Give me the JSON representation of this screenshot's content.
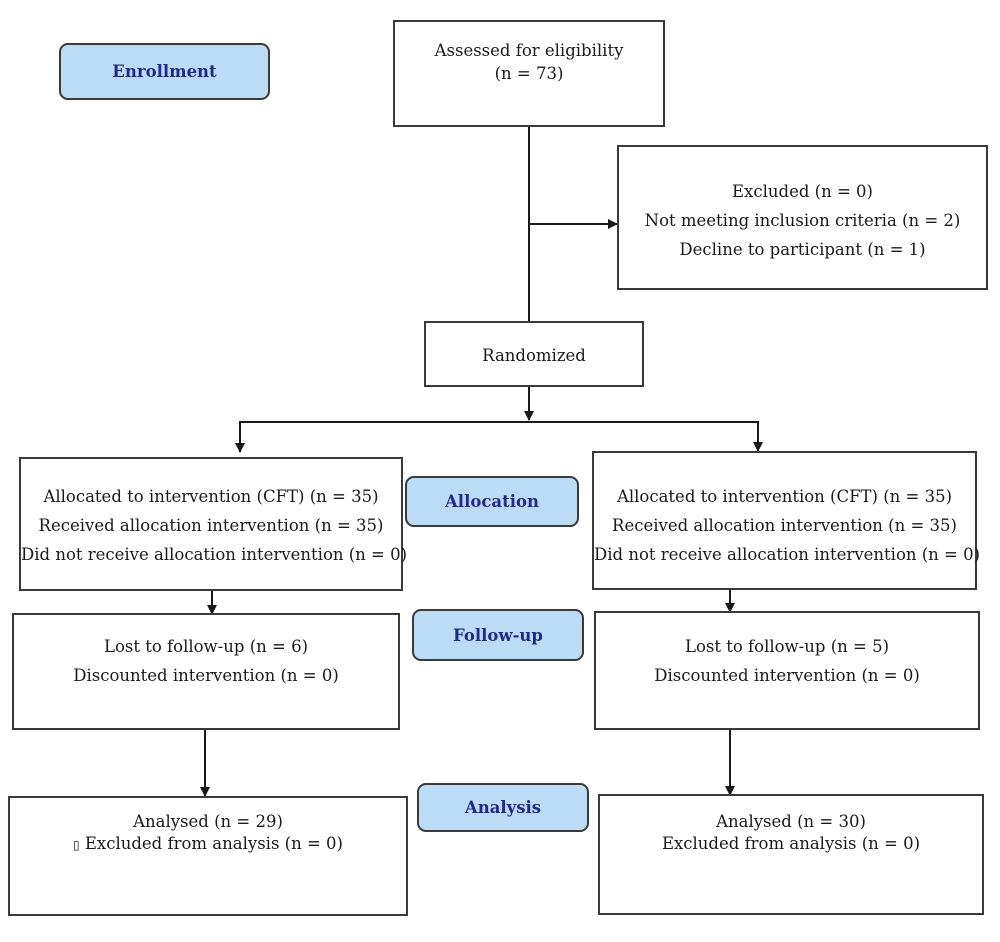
{
  "stages": {
    "enrollment": "Enrollment",
    "allocation": "Allocation",
    "followup": "Follow-up",
    "analysis": "Analysis"
  },
  "assessed": {
    "line1": "Assessed for eligibility",
    "line2": "(n = 73)"
  },
  "excluded": {
    "line1": "Excluded (n = 0)",
    "line2": "Not meeting inclusion criteria (n = 2)",
    "line3": "Decline to participant (n = 1)"
  },
  "randomized": "Randomized",
  "left": {
    "allocation": {
      "line1": "Allocated to intervention (CFT) (n = 35)",
      "line2": "Received allocation intervention (n = 35)",
      "line3": "Did not receive allocation intervention (n = 0)"
    },
    "followup": {
      "line1": "Lost to follow-up (n = 6)",
      "line2": "Discounted intervention (n = 0)"
    },
    "analysis": {
      "line1": "Analysed (n = 29)",
      "line2_glyph": "▯",
      "line2": "Excluded from analysis (n = 0)"
    }
  },
  "right": {
    "allocation": {
      "line1": "Allocated to intervention (CFT) (n = 35)",
      "line2": "Received allocation intervention (n = 35)",
      "line3": "Did not receive allocation intervention (n = 0)"
    },
    "followup": {
      "line1": "Lost to follow-up (n = 5)",
      "line2": "Discounted intervention (n = 0)"
    },
    "analysis": {
      "line1": "Analysed (n = 30)",
      "line2": "Excluded from analysis (n = 0)"
    }
  }
}
